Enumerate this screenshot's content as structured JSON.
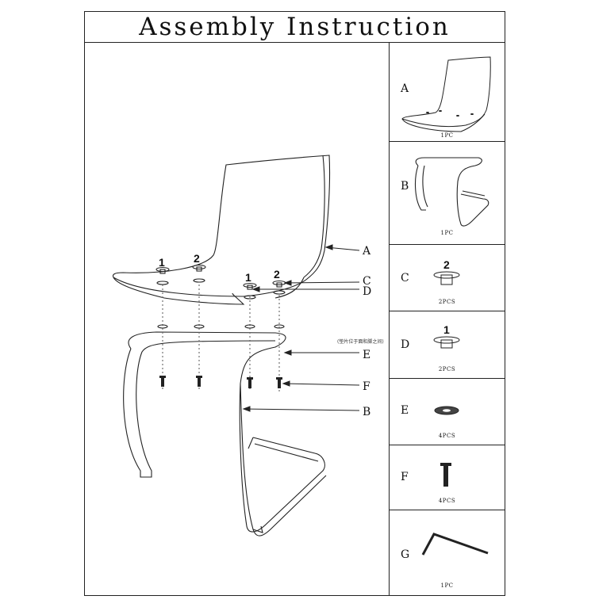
{
  "title": "Assembly Instruction",
  "callouts": {
    "A": "A",
    "C": "C",
    "D": "D",
    "E": "E",
    "F": "F",
    "B": "B"
  },
  "screw_numbers": [
    "1",
    "2",
    "1",
    "2"
  ],
  "note": "(垫片位于面和脚之间)",
  "parts": [
    {
      "letter": "A",
      "qty": "1PC",
      "icon": "seat-shell-icon"
    },
    {
      "letter": "B",
      "qty": "1PC",
      "icon": "cantilever-frame-icon"
    },
    {
      "letter": "C",
      "qty": "2PCS",
      "icon": "connector-2-icon",
      "number": "2"
    },
    {
      "letter": "D",
      "qty": "2PCS",
      "icon": "connector-1-icon",
      "number": "1"
    },
    {
      "letter": "E",
      "qty": "4PCS",
      "icon": "washer-icon"
    },
    {
      "letter": "F",
      "qty": "4PCS",
      "icon": "bolt-icon"
    },
    {
      "letter": "G",
      "qty": "1PC",
      "icon": "allen-key-icon"
    }
  ]
}
